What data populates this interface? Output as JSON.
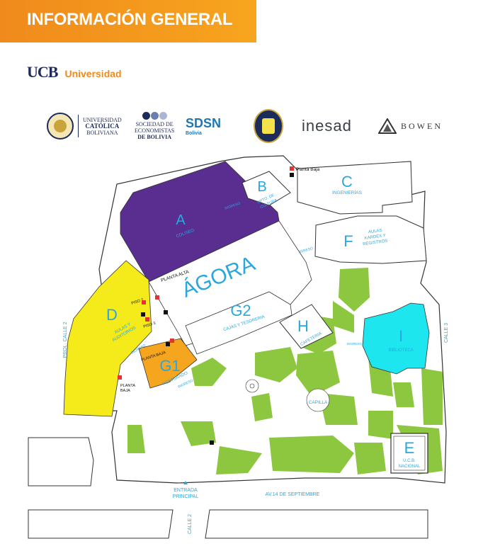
{
  "header": {
    "title": "INFORMACIÓN GENERAL",
    "brand_mark": "UCB",
    "brand_word": "Universidad"
  },
  "logos": {
    "ucb_line1": "UNIVERSIDAD",
    "ucb_line2": "CATÓLICA",
    "ucb_line3": "BOLIVIANA",
    "seb_line1": "SOCIEDAD DE",
    "seb_line2": "ECONOMISTAS",
    "seb_line3": "DE BOLIVIA",
    "sdsn": "SDSN",
    "sdsn_sub": "Bolivia",
    "inesad": "inesad",
    "bowen": "BOWEN"
  },
  "map": {
    "buildings": {
      "A": {
        "letter": "A",
        "label": "COLISEO"
      },
      "B": {
        "letter": "B",
        "label1": "DPTO. DE",
        "label2": "CULTURA"
      },
      "C": {
        "letter": "C",
        "label": "INGENIERÍAS"
      },
      "D": {
        "letter": "D",
        "label1": "AULAS Y",
        "label2": "AUDITORIOS"
      },
      "E": {
        "letter": "E",
        "label1": "U.C.B.",
        "label2": "NACIONAL"
      },
      "F": {
        "letter": "F",
        "label1": "AULAS",
        "label2": "KARDEX Y",
        "label3": "REGISTROS"
      },
      "G1": {
        "letter": "G1",
        "label": "POSTGRADO"
      },
      "G2": {
        "letter": "G2",
        "label": "CAJAS Y TESORERIA"
      },
      "H": {
        "letter": "H",
        "label": "CAFETERIA"
      },
      "I": {
        "letter": "I",
        "label": "BIBLIOTECA"
      }
    },
    "agora": "ÁGORA",
    "labels": {
      "planta_baja_legend": "Planta Baja",
      "planta_alta": "PLANTA ALTA",
      "planta_baja_g1": "PLANTA BAJA",
      "planta_baja_d1": "PLANTA",
      "planta_baja_d2": "BAJA",
      "piso2": "PISO 2",
      "piso3": "PISO 3",
      "ingreso": "INGRESO",
      "capilla": "CAPILLA",
      "entrada1": "ENTRADA",
      "entrada2": "PRINCIPAL",
      "av14": "AV.14 DE SEPTIEMBRE",
      "calle2": "CALLE 2",
      "calle3": "CALLE 3",
      "prol_calle2": "PROL. CALLE 2"
    },
    "colors": {
      "coliseo": "#5a2d91",
      "aulas_d": "#f5ea1a",
      "postgrado": "#f5a61e",
      "biblioteca": "#1de6ee",
      "green": "#8dc63f",
      "text_blue": "#2aa7df"
    }
  }
}
